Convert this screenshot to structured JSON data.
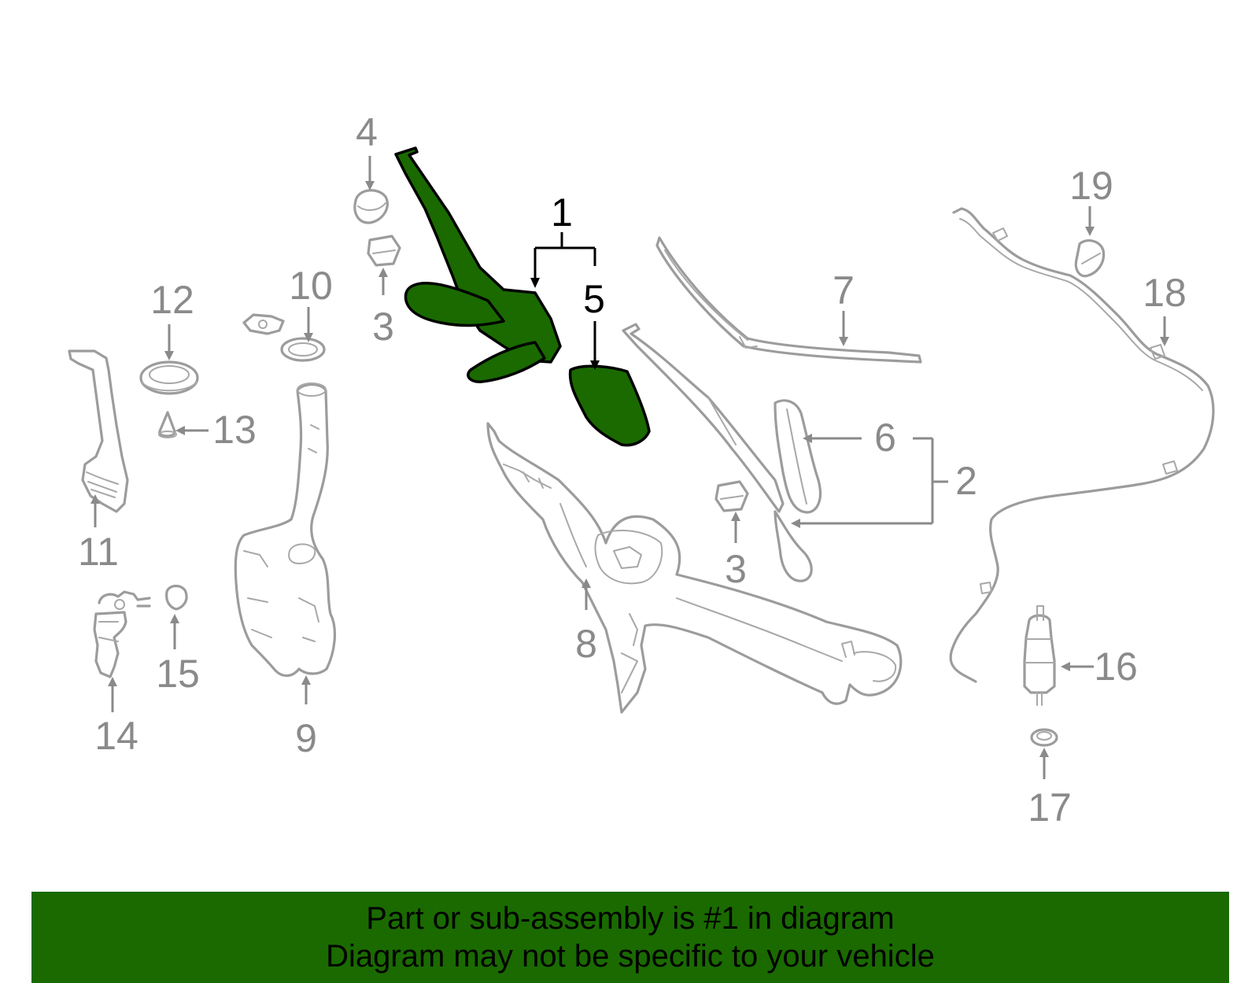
{
  "callouts": {
    "c1": "1",
    "c2": "2",
    "c3a": "3",
    "c3b": "3",
    "c4": "4",
    "c5": "5",
    "c6": "6",
    "c7": "7",
    "c8": "8",
    "c9": "9",
    "c10": "10",
    "c11": "11",
    "c12": "12",
    "c13": "13",
    "c14": "14",
    "c15": "15",
    "c16": "16",
    "c17": "17",
    "c18": "18",
    "c19": "19"
  },
  "colors": {
    "highlight": "#1a6a00",
    "parts": "#9c9c9c",
    "callout_text": "#8a8a8a",
    "highlight_text": "#000000"
  },
  "banner": {
    "line1": "Part or sub-assembly is #1 in diagram",
    "line2": "Diagram may not be specific to your vehicle"
  }
}
